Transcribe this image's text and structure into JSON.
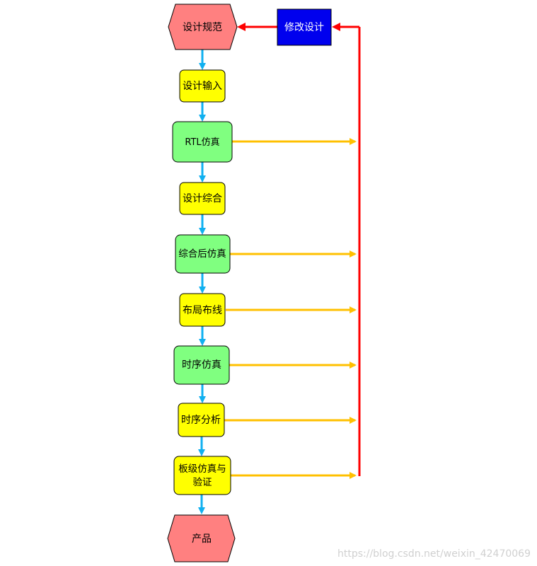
{
  "nodes": {
    "spec": "设计规范",
    "modify": "修改设计",
    "input": "设计输入",
    "rtl_sim": "RTL仿真",
    "synth": "设计综合",
    "post_synth_sim": "综合后仿真",
    "place_route": "布局布线",
    "timing_sim": "时序仿真",
    "timing_analysis": "时序分析",
    "board_sim_line1": "板级仿真与",
    "board_sim_line2": "验证",
    "product": "产品"
  },
  "watermark": "https://blog.csdn.net/weixin_42470069",
  "colors": {
    "hexagon": "#ff8080",
    "blue_box": "#0000ee",
    "yellow_box": "#ffff00",
    "green_box": "#80ff80",
    "flow_arrow": "#10b0f0",
    "feedback_arrow": "#ffc000",
    "return_arrow": "#ff0000"
  }
}
